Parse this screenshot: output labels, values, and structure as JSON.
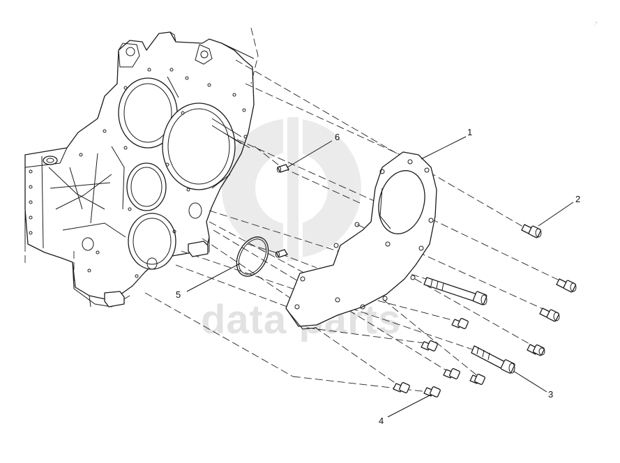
{
  "callouts": [
    {
      "label": "1"
    },
    {
      "label": "2"
    },
    {
      "label": "3"
    },
    {
      "label": "4"
    },
    {
      "label": "5"
    },
    {
      "label": "6"
    }
  ],
  "watermark": {
    "text": "data parts"
  },
  "corner_mark": "ˎᵒ"
}
